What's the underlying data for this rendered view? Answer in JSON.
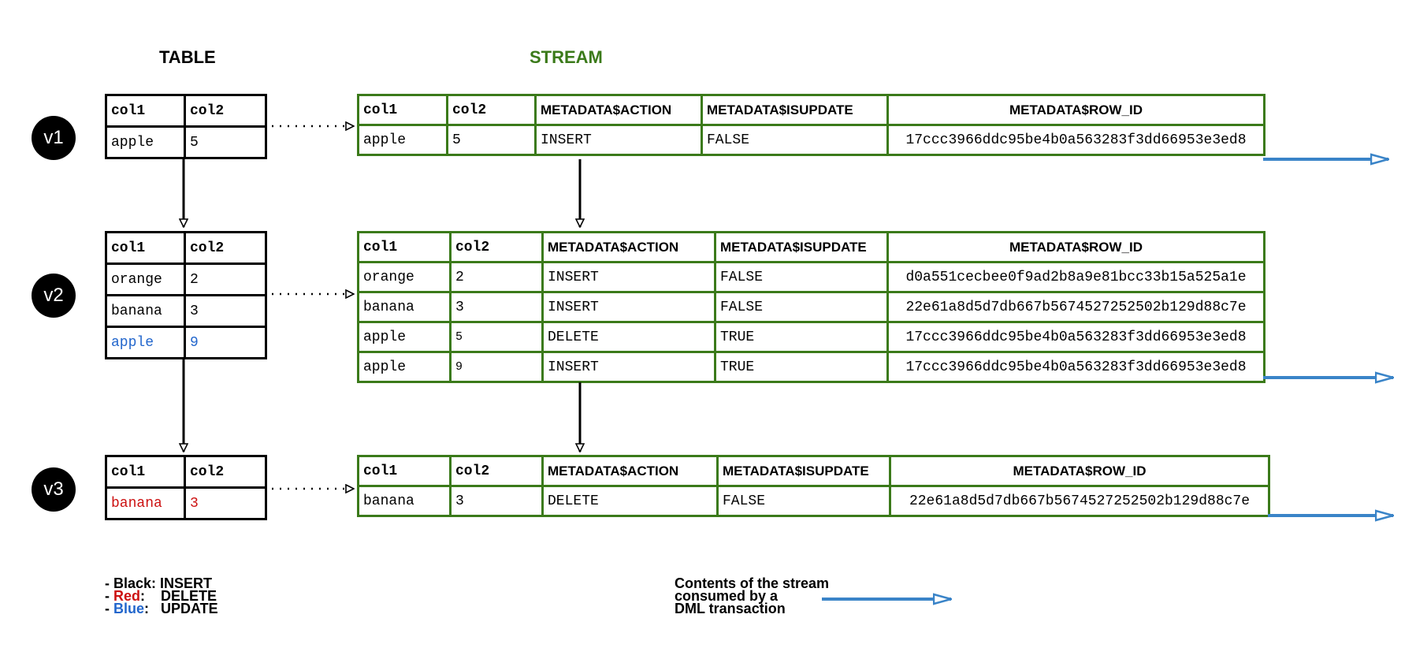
{
  "headings": {
    "table": "TABLE",
    "stream": "STREAM"
  },
  "versions": [
    "v1",
    "v2",
    "v3"
  ],
  "colors": {
    "stream_border": "#3b7a1a",
    "consumed_arrow": "#3a84c8",
    "delete": "#cc1111",
    "update": "#2266cc",
    "insert": "#000000"
  },
  "table_headers": [
    "col1",
    "col2"
  ],
  "stream_headers": [
    "col1",
    "col2",
    "METADATA$ACTION",
    "METADATA$ISUPDATE",
    "METADATA$ROW_ID"
  ],
  "v1": {
    "table_rows": [
      [
        "apple",
        "5"
      ]
    ],
    "stream_rows": [
      [
        "apple",
        "5",
        "INSERT",
        "FALSE",
        "17ccc3966ddc95be4b0a563283f3dd66953e3ed8"
      ]
    ]
  },
  "v2": {
    "table_rows": [
      [
        "orange",
        "2"
      ],
      [
        "banana",
        "3"
      ],
      [
        "apple",
        "9"
      ]
    ],
    "stream_rows": [
      [
        "orange",
        "2",
        "INSERT",
        "FALSE",
        "d0a551cecbee0f9ad2b8a9e81bcc33b15a525a1e"
      ],
      [
        "banana",
        "3",
        "INSERT",
        "FALSE",
        "22e61a8d5d7db667b5674527252502b129d88c7e"
      ],
      [
        "apple",
        "5",
        "DELETE",
        "TRUE",
        "17ccc3966ddc95be4b0a563283f3dd66953e3ed8"
      ],
      [
        "apple",
        "9",
        "INSERT",
        "TRUE",
        "17ccc3966ddc95be4b0a563283f3dd66953e3ed8"
      ]
    ]
  },
  "v3": {
    "table_rows": [
      [
        "banana",
        "3"
      ]
    ],
    "stream_rows": [
      [
        "banana",
        "3",
        "DELETE",
        "FALSE",
        "22e61a8d5d7db667b5674527252502b129d88c7e"
      ]
    ]
  },
  "legend": {
    "black_prefix": "- ",
    "black_label": "Black",
    "black_action": ": INSERT",
    "red_prefix": "- ",
    "red_label": "Red",
    "red_action": ":    DELETE",
    "blue_prefix": "- ",
    "blue_label": "Blue",
    "blue_action": ":   UPDATE"
  },
  "consumed_note": [
    "Contents of the stream",
    "consumed by a",
    "DML transaction"
  ]
}
